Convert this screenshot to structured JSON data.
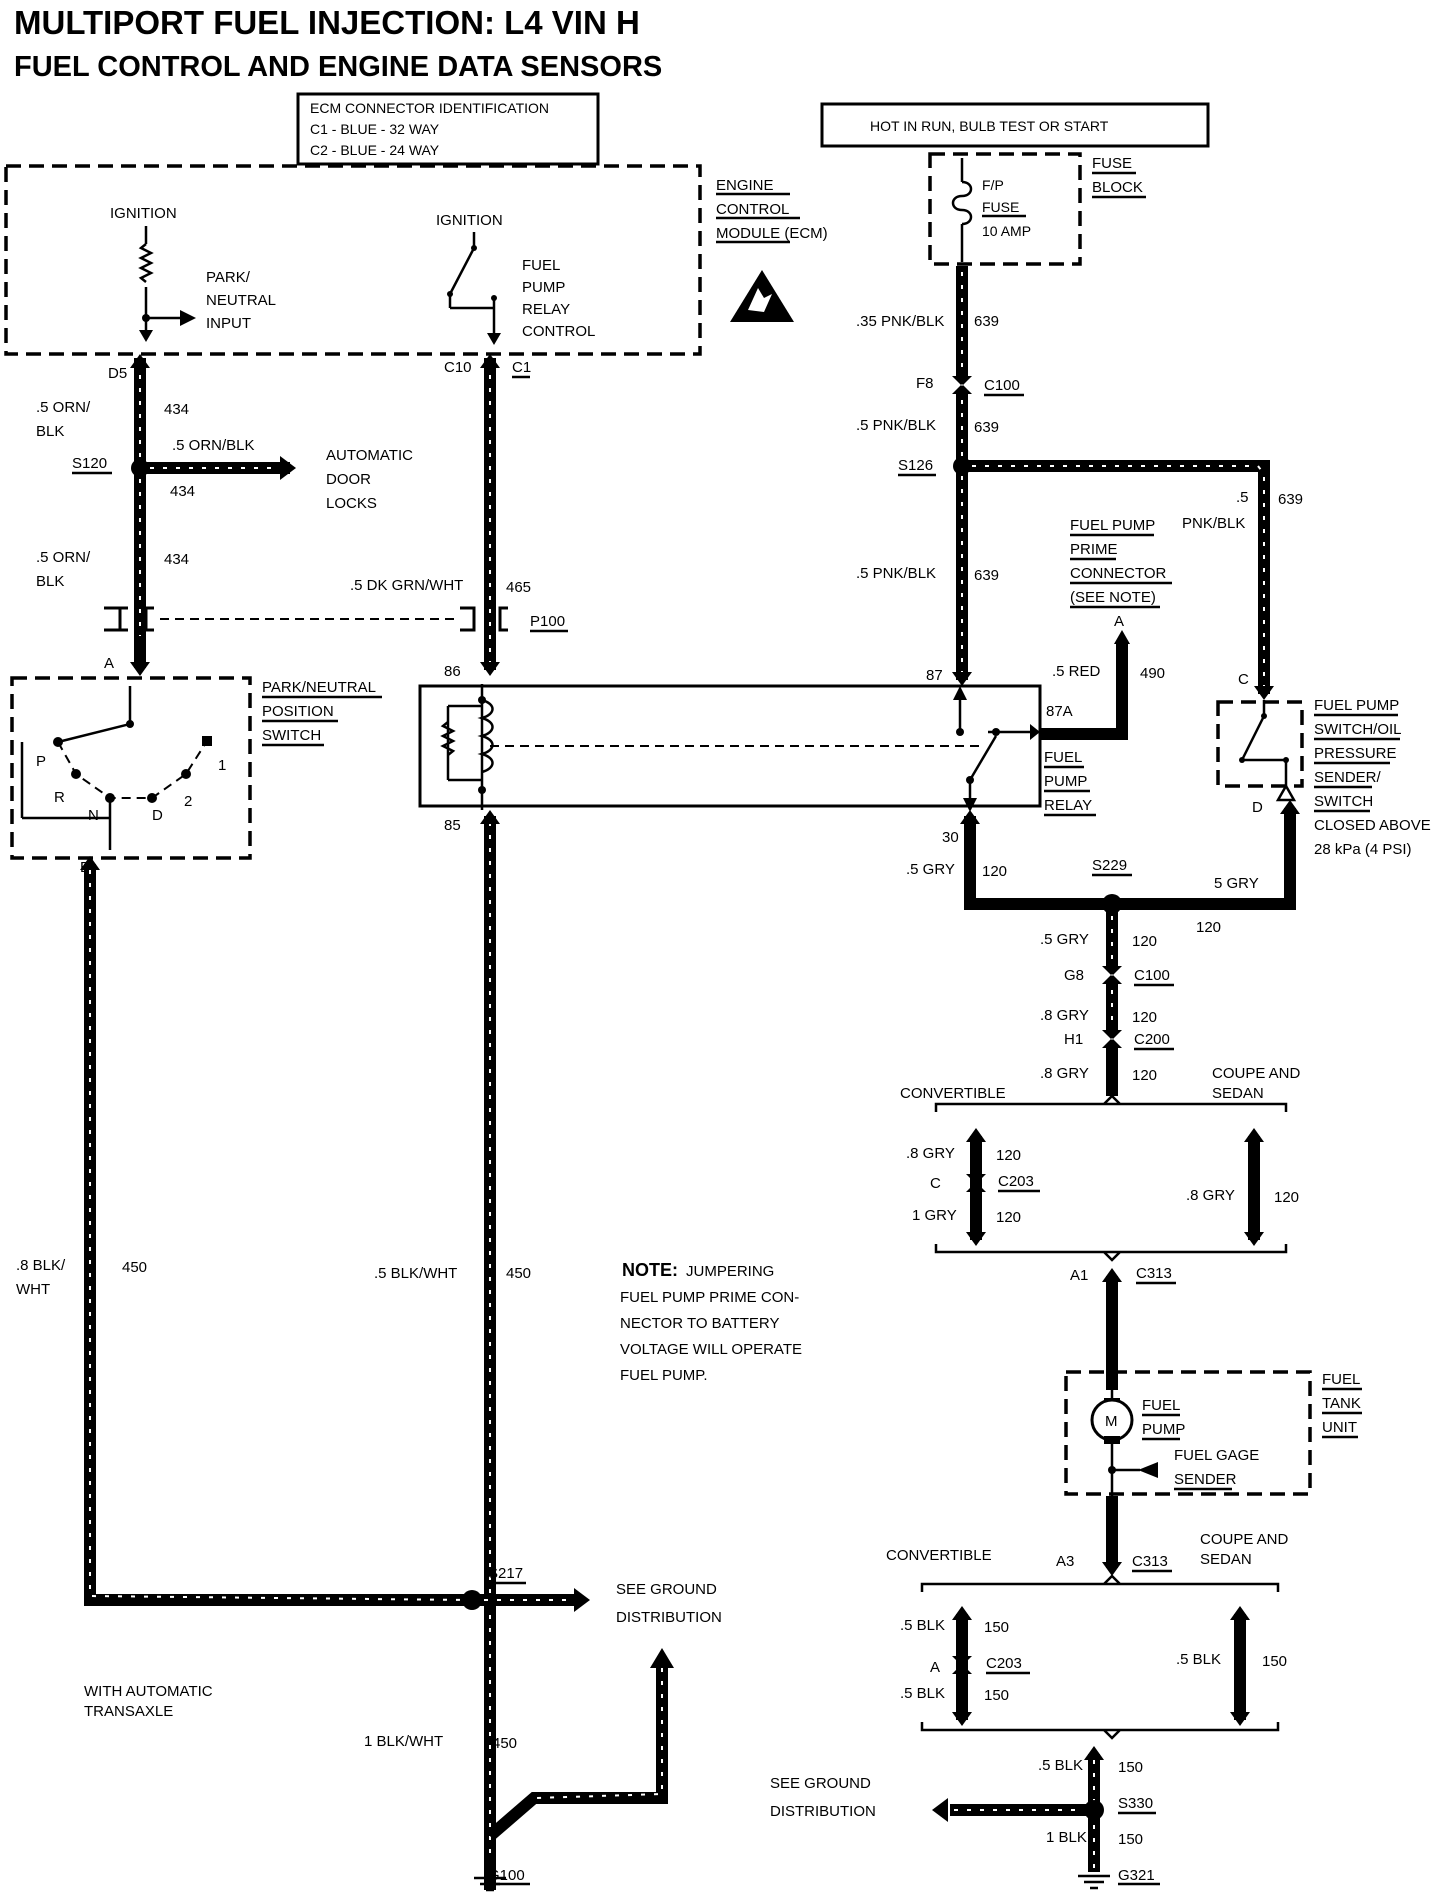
{
  "title": "MULTIPORT FUEL INJECTION: L4 VIN H",
  "subtitle": "FUEL CONTROL AND ENGINE DATA SENSORS",
  "ecm_id": {
    "heading": "ECM CONNECTOR IDENTIFICATION",
    "c1": "C1 - BLUE - 32 WAY",
    "c2": "C2 - BLUE - 24 WAY"
  },
  "hot_in_run": "HOT IN RUN, BULB TEST OR START",
  "fuse_block": {
    "l1": "FUSE",
    "l2": "BLOCK",
    "f1": "F/P",
    "f2": "FUSE",
    "f3": "10 AMP"
  },
  "ecm": {
    "l1": "ENGINE",
    "l2": "CONTROL",
    "l3": "MODULE (ECM)",
    "ign1": "IGNITION",
    "ign2": "IGNITION",
    "park1": "PARK/",
    "park2": "NEUTRAL",
    "park3": "INPUT",
    "fpr1": "FUEL",
    "fpr2": "PUMP",
    "fpr3": "RELAY",
    "fpr4": "CONTROL"
  },
  "left": {
    "d5": "D5",
    "c10": "C10",
    "c1": "C1",
    "w1a": ".5 ORN/",
    "w1b": "BLK",
    "n434a": "434",
    "s120": "S120",
    "w2": ".5 ORN/BLK",
    "n434b": "434",
    "adl1": "AUTOMATIC",
    "adl2": "DOOR",
    "adl3": "LOCKS",
    "w3a": ".5 ORN/",
    "w3b": "BLK",
    "n434c": "434",
    "w465": ".5 DK GRN/WHT",
    "n465": "465",
    "p100": "P100",
    "a": "A",
    "n86": "86",
    "n85": "85",
    "b": "B",
    "pn1": "PARK/NEUTRAL",
    "pn2": "POSITION",
    "pn3": "SWITCH",
    "p": "P",
    "r": "R",
    "n": "N",
    "d": "D",
    "g2": "2",
    "g1": "1",
    "w450a": ".8 BLK/",
    "w450b": "WHT",
    "n450a": "450",
    "w450c": ".5 BLK/WHT",
    "n450b": "450",
    "s217": "S217",
    "sgd1": "SEE GROUND",
    "sgd2": "DISTRIBUTION",
    "wat1": "WITH AUTOMATIC",
    "wat2": "TRANSAXLE",
    "w450d": "1 BLK/WHT",
    "n450c": "450",
    "g100": "G100"
  },
  "note": {
    "head": "NOTE:",
    "l1": "JUMPERING",
    "l2": "FUEL PUMP PRIME CON-",
    "l3": "NECTOR TO BATTERY",
    "l4": "VOLTAGE WILL OPERATE",
    "l5": "FUEL PUMP."
  },
  "right": {
    "w639a": ".35 PNK/BLK",
    "n639a": "639",
    "f8": "F8",
    "c100a": "C100",
    "w639b": ".5 PNK/BLK",
    "n639b": "639",
    "s126": "S126",
    "w639c": ".5",
    "w639d": "PNK/BLK",
    "n639c": "639",
    "w639e": ".5 PNK/BLK",
    "n639d": "639",
    "fpp1": "FUEL PUMP",
    "fpp2": "PRIME",
    "fpp3": "CONNECTOR",
    "fpp4": "(SEE NOTE)",
    "pa": "A",
    "n87": "87",
    "w490": ".5 RED",
    "n490": "490",
    "n87a": "87A",
    "fr1": "FUEL",
    "fr2": "PUMP",
    "fr3": "RELAY",
    "c": "C",
    "dd": "D",
    "fs1": "FUEL PUMP",
    "fs2": "SWITCH/OIL",
    "fs3": "PRESSURE",
    "fs4": "SENDER/",
    "fs5": "SWITCH",
    "fs6": "CLOSED ABOVE",
    "fs7": "28 kPa (4  PSI)",
    "n30": "30",
    "w120a": ".5 GRY",
    "n120a": "120",
    "s229": "S229",
    "w120b": "5 GRY",
    "n120b": "120",
    "w120c": ".5 GRY",
    "n120c": "120",
    "g8": "G8",
    "c100b": "C100",
    "w120d": ".8 GRY",
    "n120d": "120",
    "h1": "H1",
    "c200": "C200",
    "w120e": ".8 GRY",
    "n120e": "120",
    "conv1": "CONVERTIBLE",
    "cs1a": "COUPE AND",
    "cs1b": "SEDAN",
    "w120f": ".8 GRY",
    "n120f": "120",
    "cc": "C",
    "c203a": "C203",
    "w120g": "1 GRY",
    "n120g": "120",
    "w120h": ".8 GRY",
    "n120h": "120",
    "a1": "A1",
    "c313a": "C313",
    "ftu1": "FUEL",
    "ftu2": "TANK",
    "ftu3": "UNIT",
    "m": "M",
    "fp1": "FUEL",
    "fp2": "PUMP",
    "fg1": "FUEL GAGE",
    "fg2": "SENDER",
    "conv2": "CONVERTIBLE",
    "a3": "A3",
    "c313b": "C313",
    "cs2a": "COUPE AND",
    "cs2b": "SEDAN",
    "w150a": ".5 BLK",
    "n150a": "150",
    "ca": "A",
    "c203b": "C203",
    "w150b": ".5 BLK",
    "n150b": "150",
    "w150c": ".5 BLK",
    "n150c": "150",
    "w150d": ".5 BLK",
    "n150d": "150",
    "sgd1": "SEE GROUND",
    "sgd2": "DISTRIBUTION",
    "s330": "S330",
    "w150e": "1 BLK",
    "n150e": "150",
    "g321": "G321"
  }
}
